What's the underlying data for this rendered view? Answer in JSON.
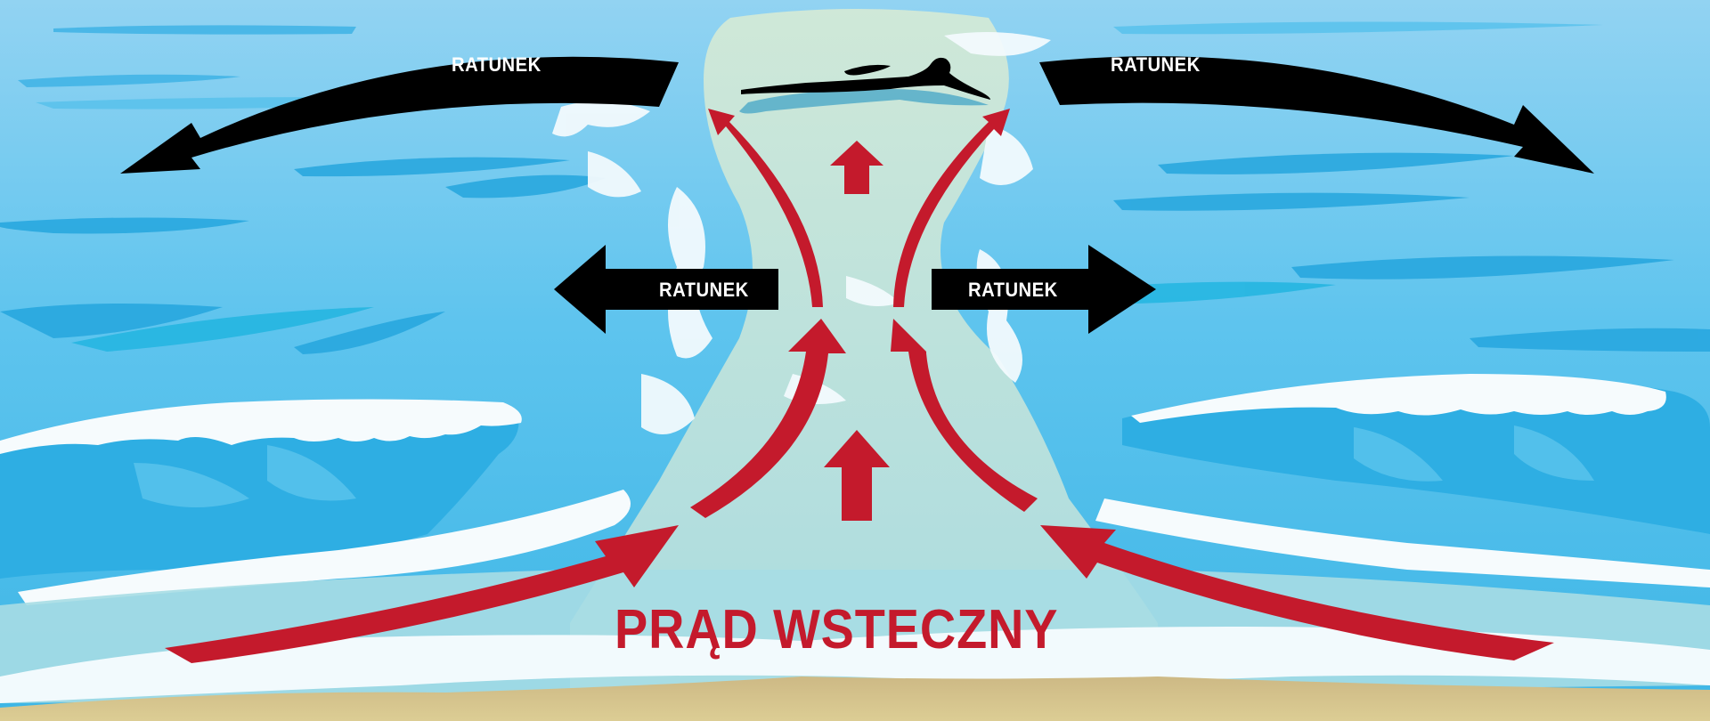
{
  "diagram": {
    "title": "PRĄD WSTECZNY",
    "rescue_labels": [
      {
        "id": "top-left",
        "label": "RATUNEK",
        "direction": "curved-left"
      },
      {
        "id": "top-right",
        "label": "RATUNEK",
        "direction": "curved-right"
      },
      {
        "id": "middle-left",
        "label": "RATUNEK",
        "direction": "left"
      },
      {
        "id": "middle-right",
        "label": "RATUNEK",
        "direction": "right"
      }
    ],
    "elements": {
      "swimmer": "swimmer-silhouette",
      "current_arrows": "red-arrows-converging-seaward",
      "waves": [
        "left-breaking-wave",
        "right-breaking-wave"
      ],
      "beach": "sand-shoreline"
    },
    "colors": {
      "sky_water": "#8fd0f0",
      "water_mid": "#4cbde9",
      "water_dark": "#1ea5dd",
      "foam": "#f2fafd",
      "rip_channel": "#b9e0dc",
      "sand": "#d6c690",
      "current_red": "#c41a2c",
      "rescue_black": "#000000",
      "text_white": "#ffffff"
    }
  }
}
